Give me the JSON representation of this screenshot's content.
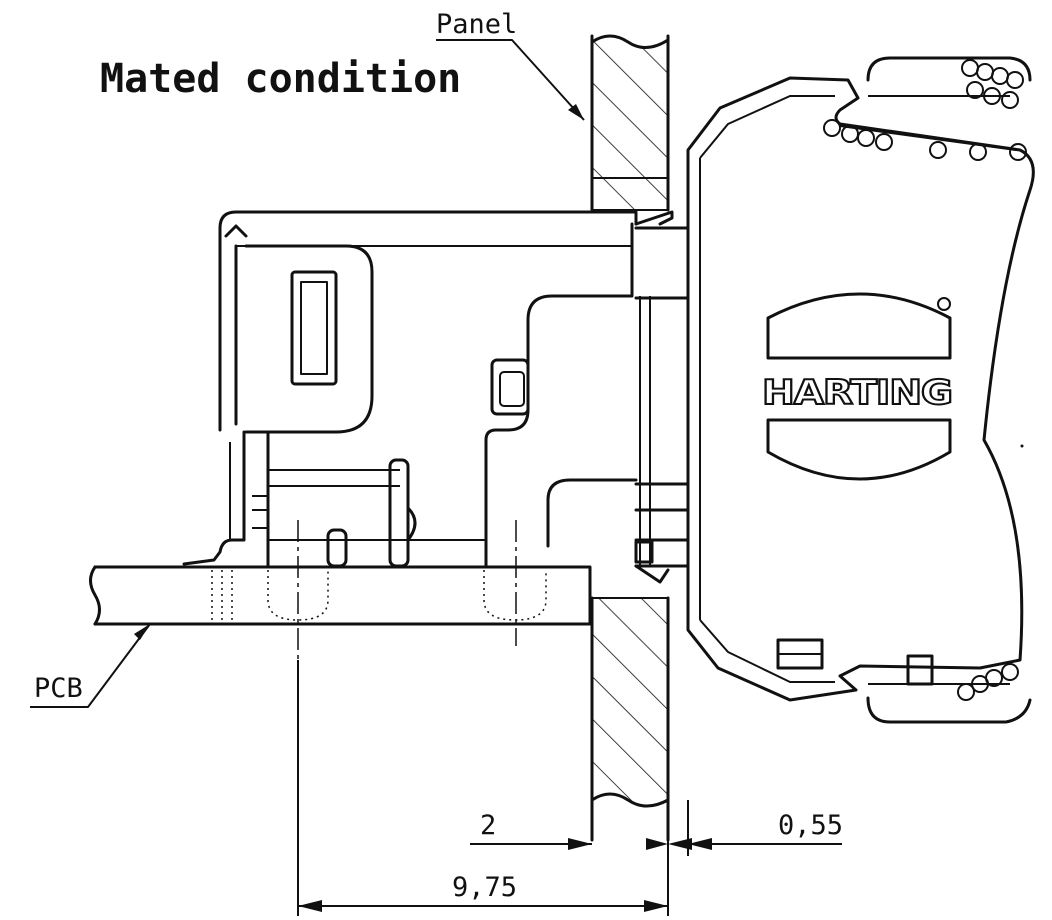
{
  "drawing": {
    "title": "Mated condition",
    "labels": {
      "panel": "Panel",
      "pcb": "PCB"
    },
    "logo_text": "HARTING",
    "dimensions": {
      "panel_thickness": "2",
      "gap": "0,55",
      "pcb_to_panel": "9,75"
    }
  }
}
